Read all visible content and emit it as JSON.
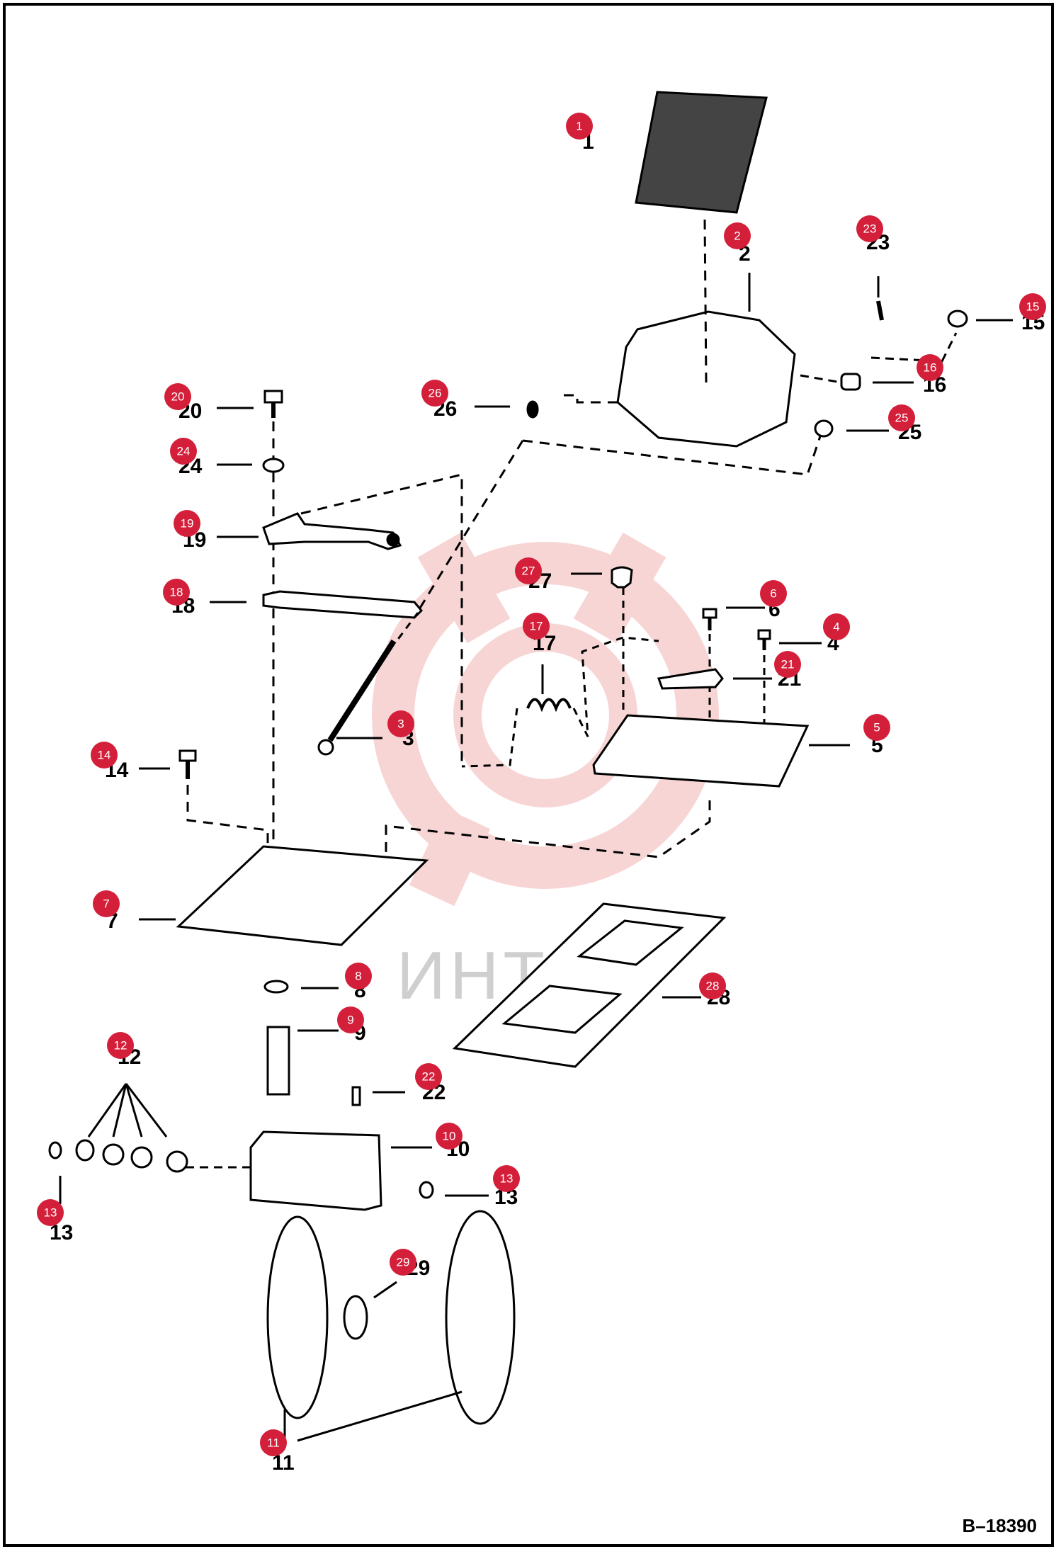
{
  "drawing_ref": "B–18390",
  "watermark": {
    "text": "ИНТЕХ",
    "color": "#e8a0a0"
  },
  "badge_color": "#d41f3a",
  "callouts": [
    {
      "id": "c1",
      "number": "1"
    },
    {
      "id": "c2",
      "number": "2"
    },
    {
      "id": "c23",
      "number": "23"
    },
    {
      "id": "c15",
      "number": "15"
    },
    {
      "id": "c16",
      "number": "16"
    },
    {
      "id": "c25",
      "number": "25"
    },
    {
      "id": "c26",
      "number": "26"
    },
    {
      "id": "c20",
      "number": "20"
    },
    {
      "id": "c24",
      "number": "24"
    },
    {
      "id": "c19",
      "number": "19"
    },
    {
      "id": "c18",
      "number": "18"
    },
    {
      "id": "c27",
      "number": "27"
    },
    {
      "id": "c6",
      "number": "6"
    },
    {
      "id": "c4",
      "number": "4"
    },
    {
      "id": "c21",
      "number": "21"
    },
    {
      "id": "c17",
      "number": "17"
    },
    {
      "id": "c3",
      "number": "3"
    },
    {
      "id": "c5",
      "number": "5"
    },
    {
      "id": "c14",
      "number": "14"
    },
    {
      "id": "c7",
      "number": "7"
    },
    {
      "id": "c28",
      "number": "28"
    },
    {
      "id": "c8",
      "number": "8"
    },
    {
      "id": "c9",
      "number": "9"
    },
    {
      "id": "c12",
      "number": "12"
    },
    {
      "id": "c22",
      "number": "22"
    },
    {
      "id": "c10",
      "number": "10"
    },
    {
      "id": "c13a",
      "number": "13"
    },
    {
      "id": "c13b",
      "number": "13"
    },
    {
      "id": "c29",
      "number": "29"
    },
    {
      "id": "c11",
      "number": "11"
    }
  ]
}
